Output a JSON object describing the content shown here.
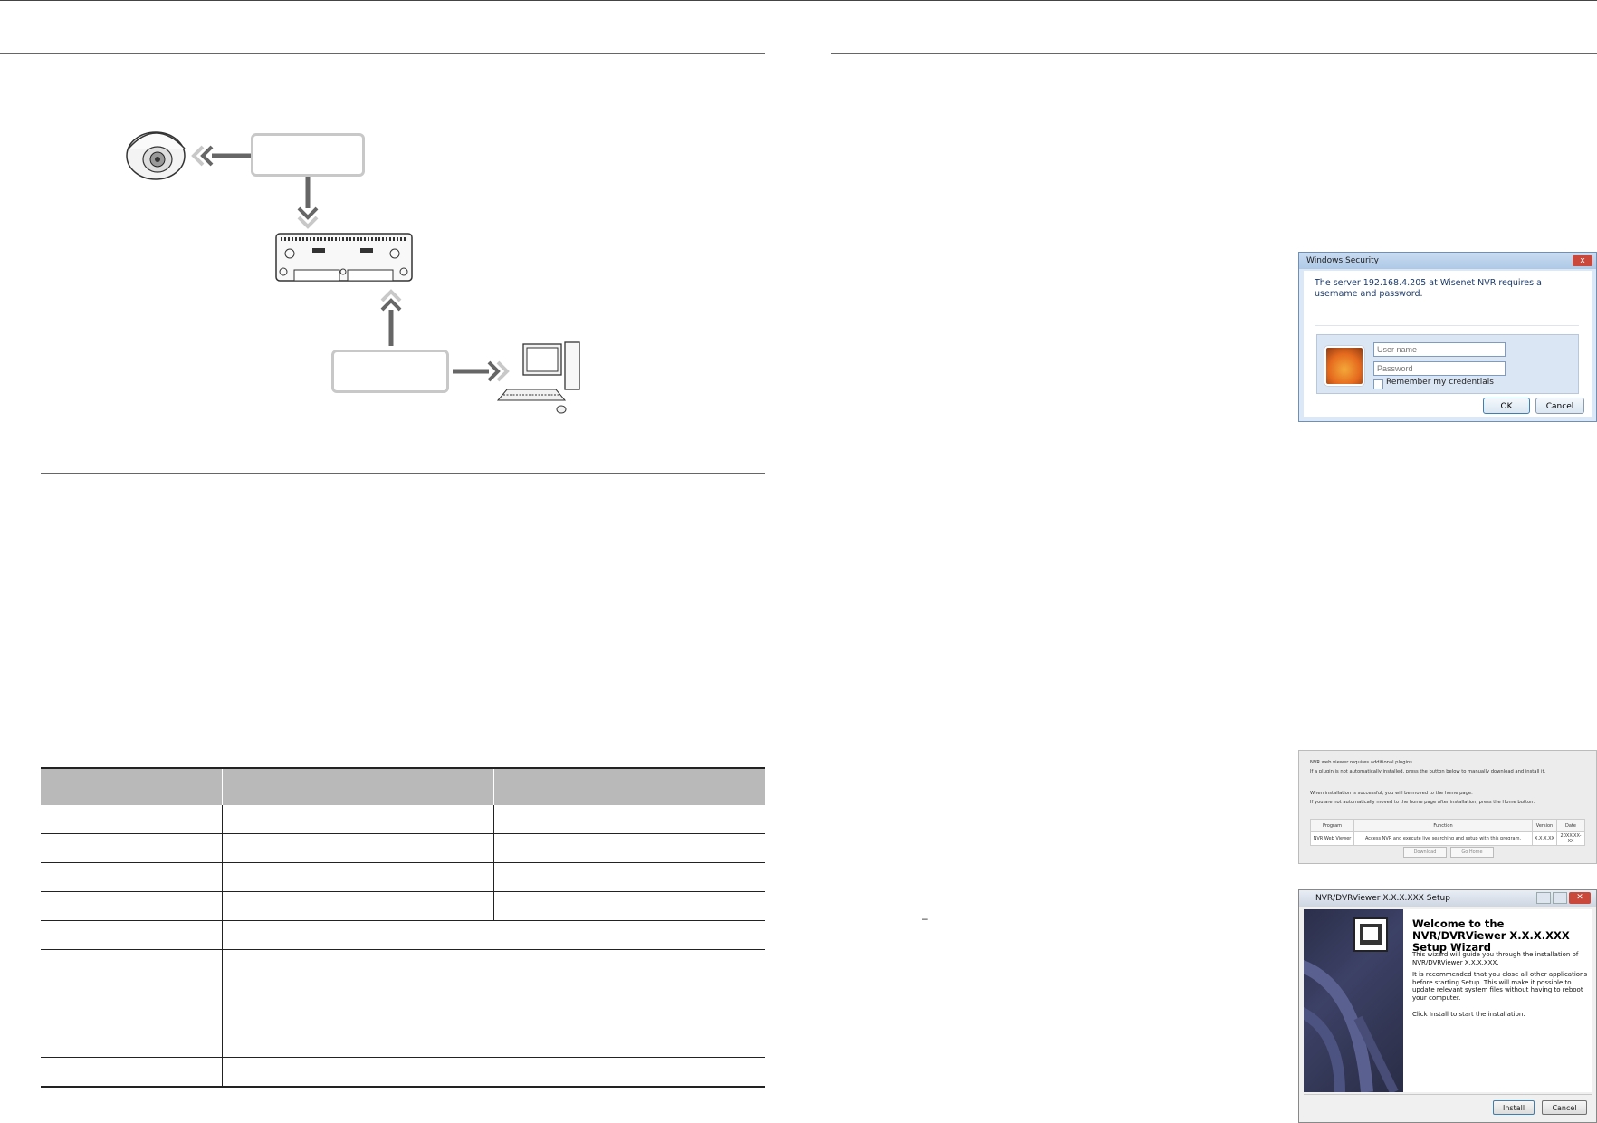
{
  "network_diagram": {
    "box_top_label": "",
    "box_bottom_label": ""
  },
  "spec_table": {
    "headers": [
      "",
      "",
      ""
    ],
    "rows": [
      [
        "",
        "",
        ""
      ],
      [
        "",
        "",
        ""
      ],
      [
        "",
        "",
        ""
      ],
      [
        "",
        "",
        ""
      ],
      [
        "",
        ""
      ],
      [
        "",
        ""
      ],
      [
        "",
        ""
      ]
    ]
  },
  "login_dialog": {
    "title": "Windows Security",
    "close": "x",
    "message": "The server 192.168.4.205 at Wisenet NVR requires a username and password.",
    "username_placeholder": "User name",
    "password_placeholder": "Password",
    "remember_label": "Remember my credentials",
    "ok_label": "OK",
    "cancel_label": "Cancel"
  },
  "plugin_panel": {
    "line1": "NVR web viewer requires additional plugins.",
    "line2": "If a plugin is not automatically installed, press the button below to manually download and install it.",
    "line3": "When installation is successful, you will be moved to the home page.",
    "line4": "If you are not automatically moved to the home page after installation, press the Home button.",
    "table_headers": [
      "Program",
      "Function",
      "Version",
      "Date"
    ],
    "table_row": [
      "NVR Web Viewer",
      "Access NVR and execute live searching and setup with this program.",
      "X.X.X.XX",
      "20XX-XX-XX"
    ],
    "download_label": "Download",
    "home_label": "Go Home"
  },
  "setup_wizard": {
    "title": "NVR/DVRViewer X.X.X.XXX Setup",
    "heading": "Welcome to the NVR/DVRViewer X.X.X.XXX Setup Wizard",
    "p1": "This wizard will guide you through the installation of NVR/DVRViewer X.X.X.XXX.",
    "p2": "It is recommended that you close all other applications before starting Setup. This will make it possible to update relevant system files without having to reboot your computer.",
    "p3": "Click Install to start the installation.",
    "install_label": "Install",
    "cancel_label": "Cancel"
  },
  "stray_mark": "–"
}
